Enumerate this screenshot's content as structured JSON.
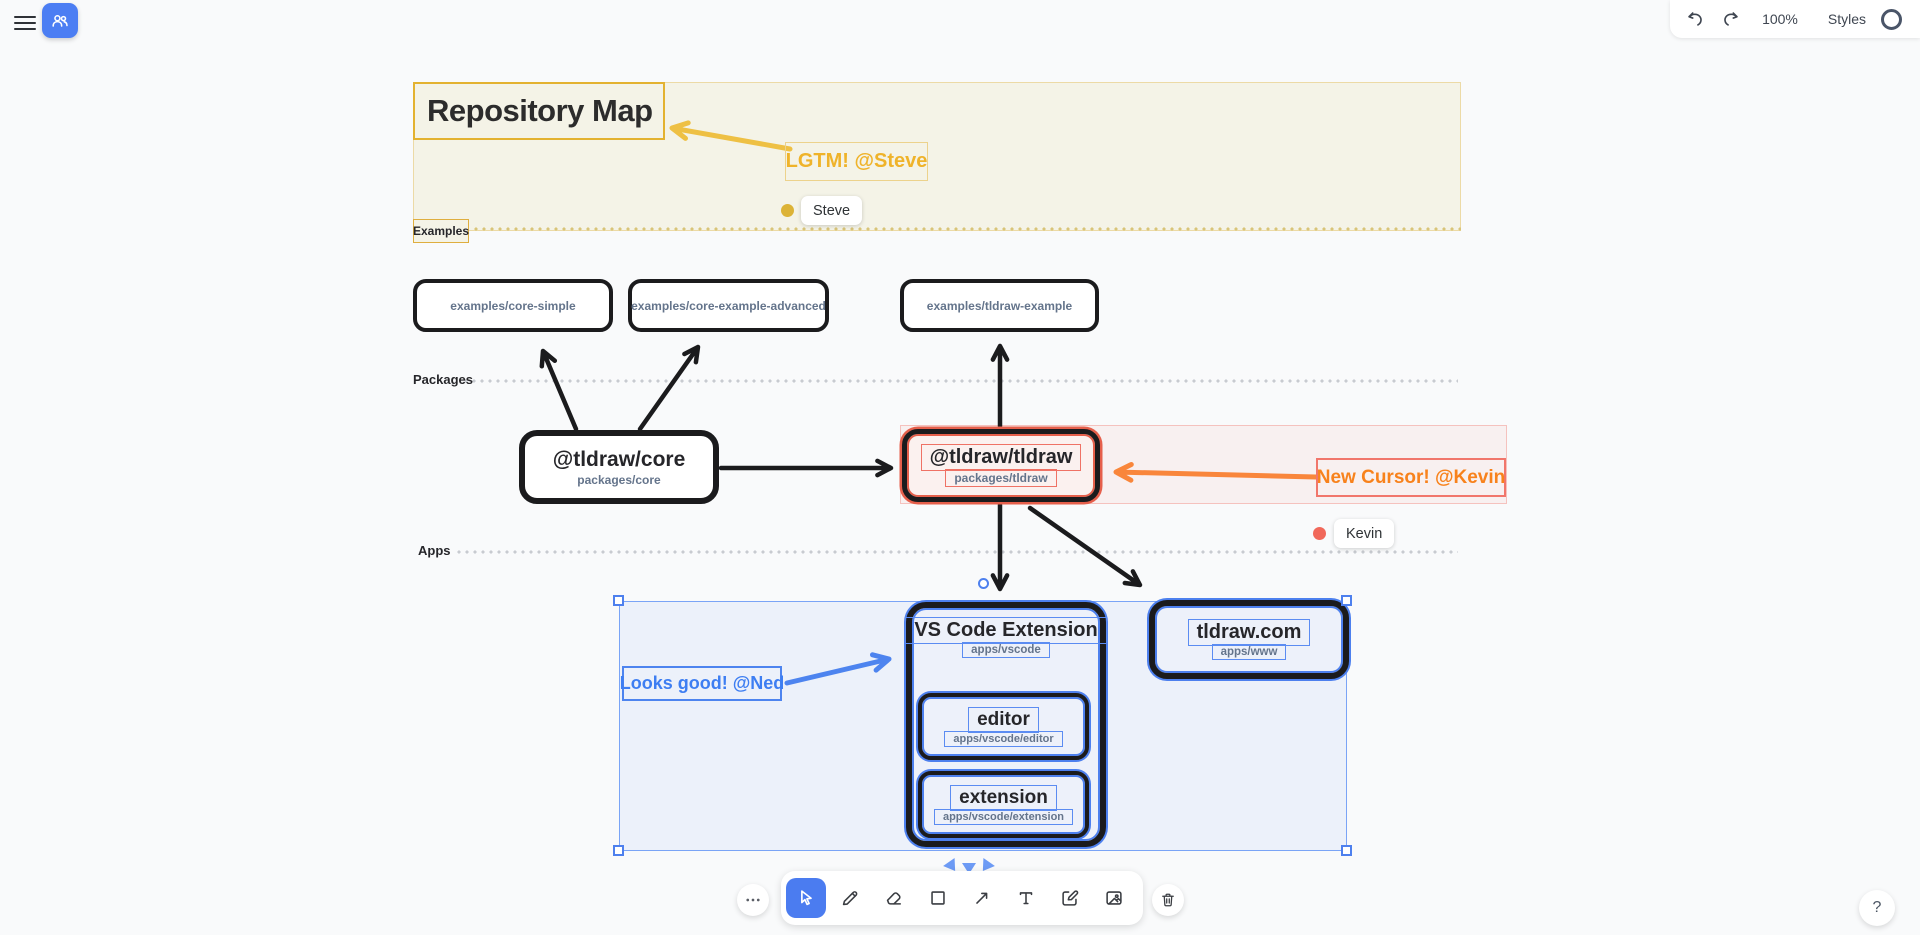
{
  "app": {
    "zoom_level": "100%",
    "styles_label": "Styles",
    "help_label": "?"
  },
  "colors": {
    "canvas_bg": "#f9fafb",
    "shape_black": "#1b1b1d",
    "subtitle_slate": "#64748b",
    "steve_yellow": "#efb32a",
    "steve_region_fill": "#f4f3e7",
    "kevin_orange_text": "#f8821c",
    "kevin_red": "#f1685a",
    "ned_blue": "#3d7ef2",
    "selection_blue": "#4e80ee",
    "toolbar_active_blue": "#4b7cf0",
    "collab_button_blue": "#4c7ef3"
  },
  "icons": {
    "top_left": [
      "menu-icon",
      "people-icon"
    ],
    "top_right": [
      "undo-icon",
      "redo-icon",
      "ring-icon"
    ],
    "toolbar": [
      "more-icon",
      "select-cursor-icon",
      "pencil-icon",
      "eraser-icon",
      "rectangle-icon",
      "arrow-icon",
      "text-icon",
      "note-edit-icon",
      "image-icon",
      "trash-icon"
    ],
    "bottom_right": [
      "question-icon"
    ]
  },
  "diagram": {
    "title": "Repository Map",
    "lanes": [
      {
        "label": "Examples"
      },
      {
        "label": "Packages"
      },
      {
        "label": "Apps"
      }
    ],
    "nodes": {
      "core_simple": {
        "title": "examples/core-simple"
      },
      "core_example_advanced": {
        "title": "examples/core-example-advanced"
      },
      "tldraw_example": {
        "title": "examples/tldraw-example"
      },
      "core": {
        "title": "@tldraw/core",
        "subtitle": "packages/core"
      },
      "tldraw": {
        "title": "@tldraw/tldraw",
        "subtitle": "packages/tldraw"
      },
      "vscode": {
        "title": "VS Code Extension",
        "subtitle": "apps/vscode"
      },
      "editor": {
        "title": "editor",
        "subtitle": "apps/vscode/editor"
      },
      "extension": {
        "title": "extension",
        "subtitle": "apps/vscode/extension"
      },
      "www": {
        "title": "tldraw.com",
        "subtitle": "apps/www"
      }
    },
    "annotations": {
      "steve": {
        "note": "LGTM! @Steve",
        "cursor": "Steve"
      },
      "kevin": {
        "note": "New Cursor! @Kevin",
        "cursor": "Kevin"
      },
      "ned": {
        "note": "Looks good! @Ned"
      }
    }
  }
}
